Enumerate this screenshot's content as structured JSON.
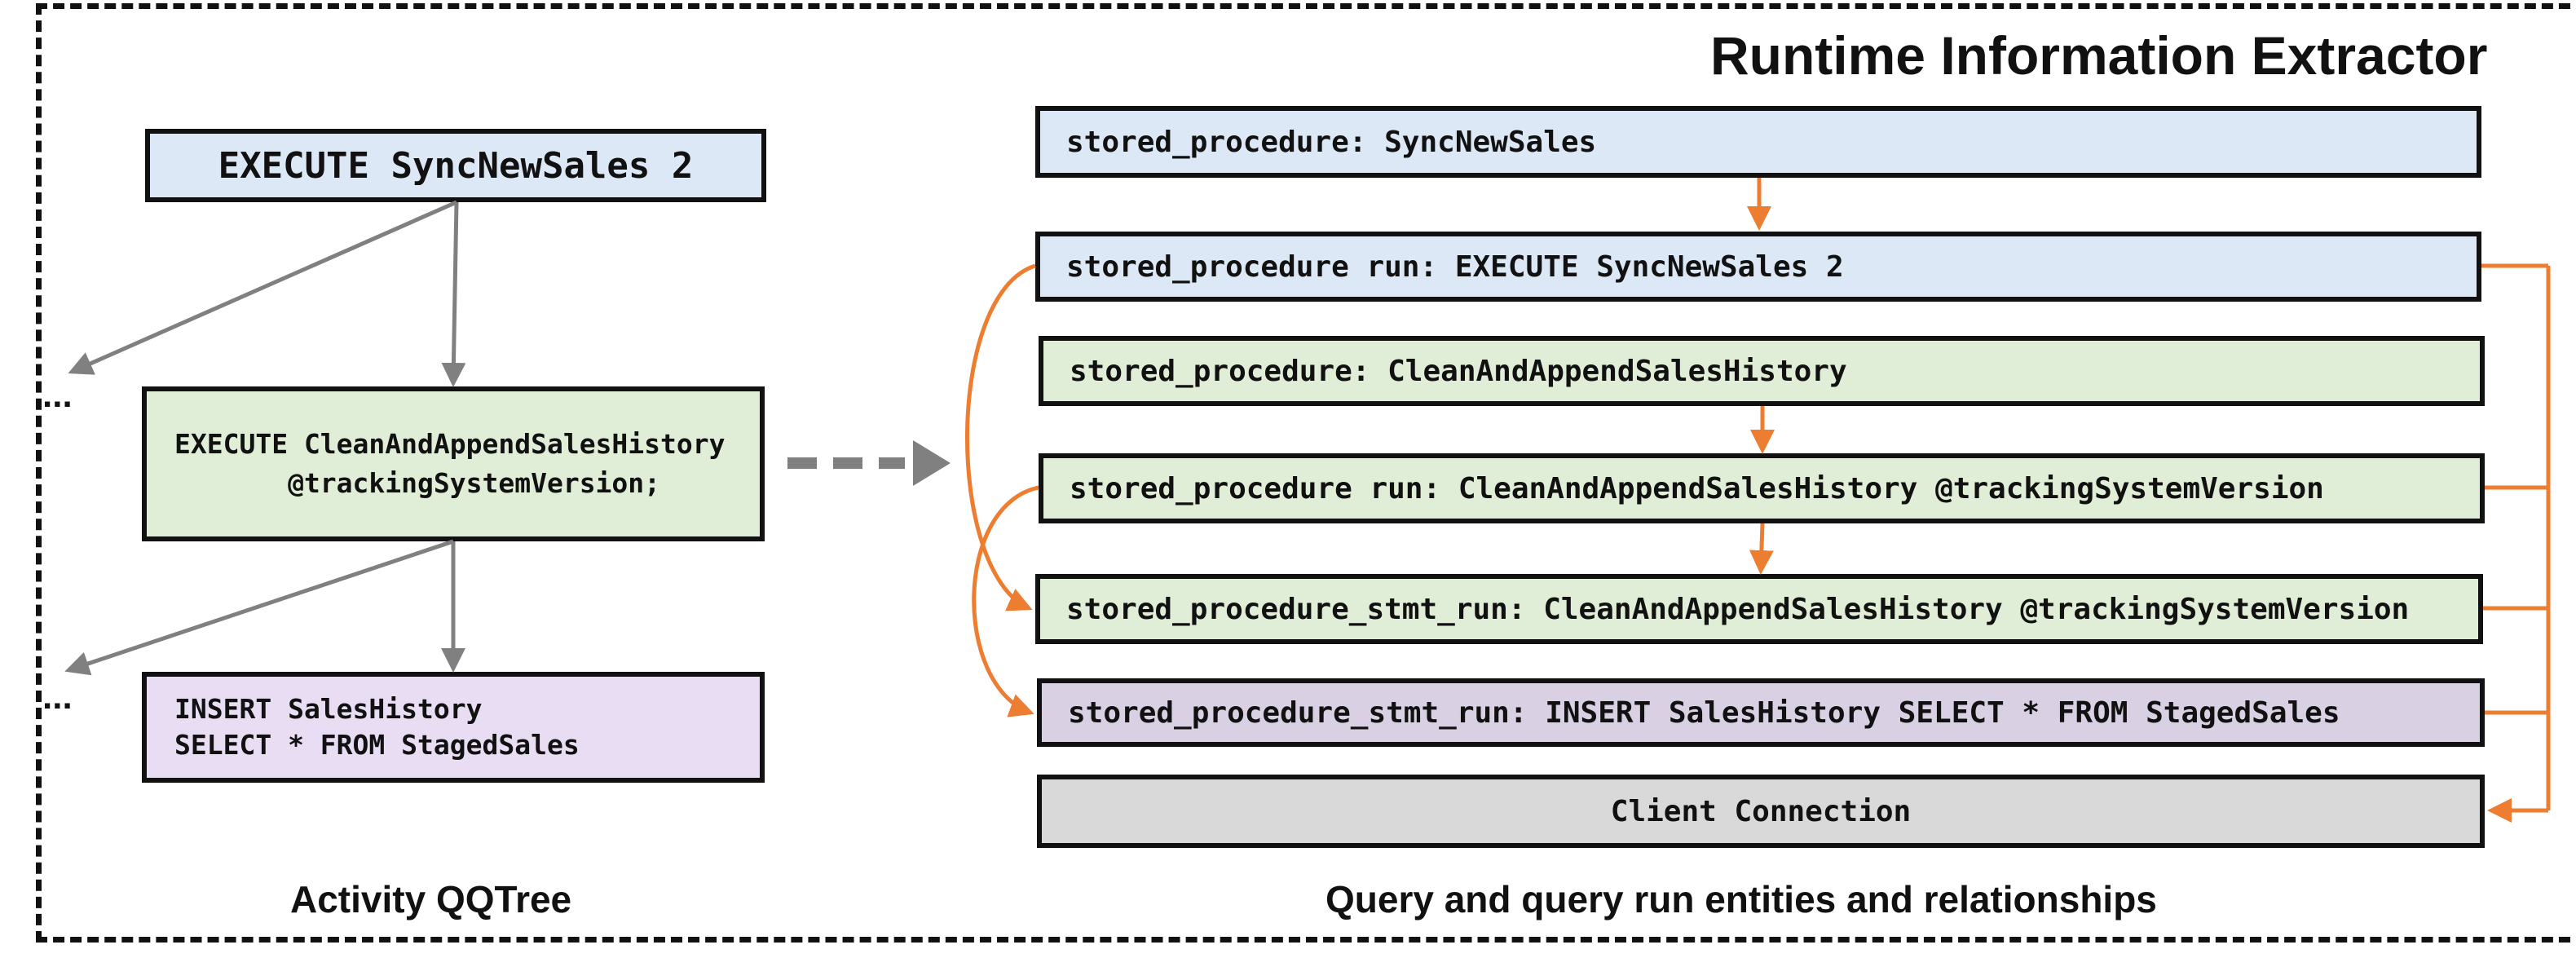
{
  "header": {
    "title": "Runtime Information Extractor"
  },
  "left_panel": {
    "caption": "Activity QQTree",
    "root_node": "EXECUTE SyncNewSales 2",
    "child_node": "EXECUTE CleanAndAppendSalesHistory\n       @trackingSystemVersion;",
    "leaf_node": "INSERT SalesHistory\nSELECT * FROM StagedSales",
    "ellipsis_top": "...",
    "ellipsis_bottom": "..."
  },
  "right_panel": {
    "caption": "Query and query run entities and relationships",
    "entities": [
      {
        "label": "stored_procedure: SyncNewSales",
        "color": "#dce8f5"
      },
      {
        "label": "stored_procedure run: EXECUTE SyncNewSales 2",
        "color": "#dce8f5"
      },
      {
        "label": "stored_procedure: CleanAndAppendSalesHistory",
        "color": "#e0eed8"
      },
      {
        "label": "stored_procedure run: CleanAndAppendSalesHistory @trackingSystemVersion",
        "color": "#e0eed8"
      },
      {
        "label": "stored_procedure_stmt_run: CleanAndAppendSalesHistory @trackingSystemVersion",
        "color": "#e0eed8"
      },
      {
        "label": "stored_procedure_stmt_run: INSERT SalesHistory SELECT * FROM StagedSales",
        "color": "#d9d0e3"
      },
      {
        "label": "Client Connection",
        "color": "#d9d9d9"
      }
    ]
  },
  "colors": {
    "relation": "#ed7d31",
    "tree_edge": "#808080",
    "border": "#111111"
  }
}
